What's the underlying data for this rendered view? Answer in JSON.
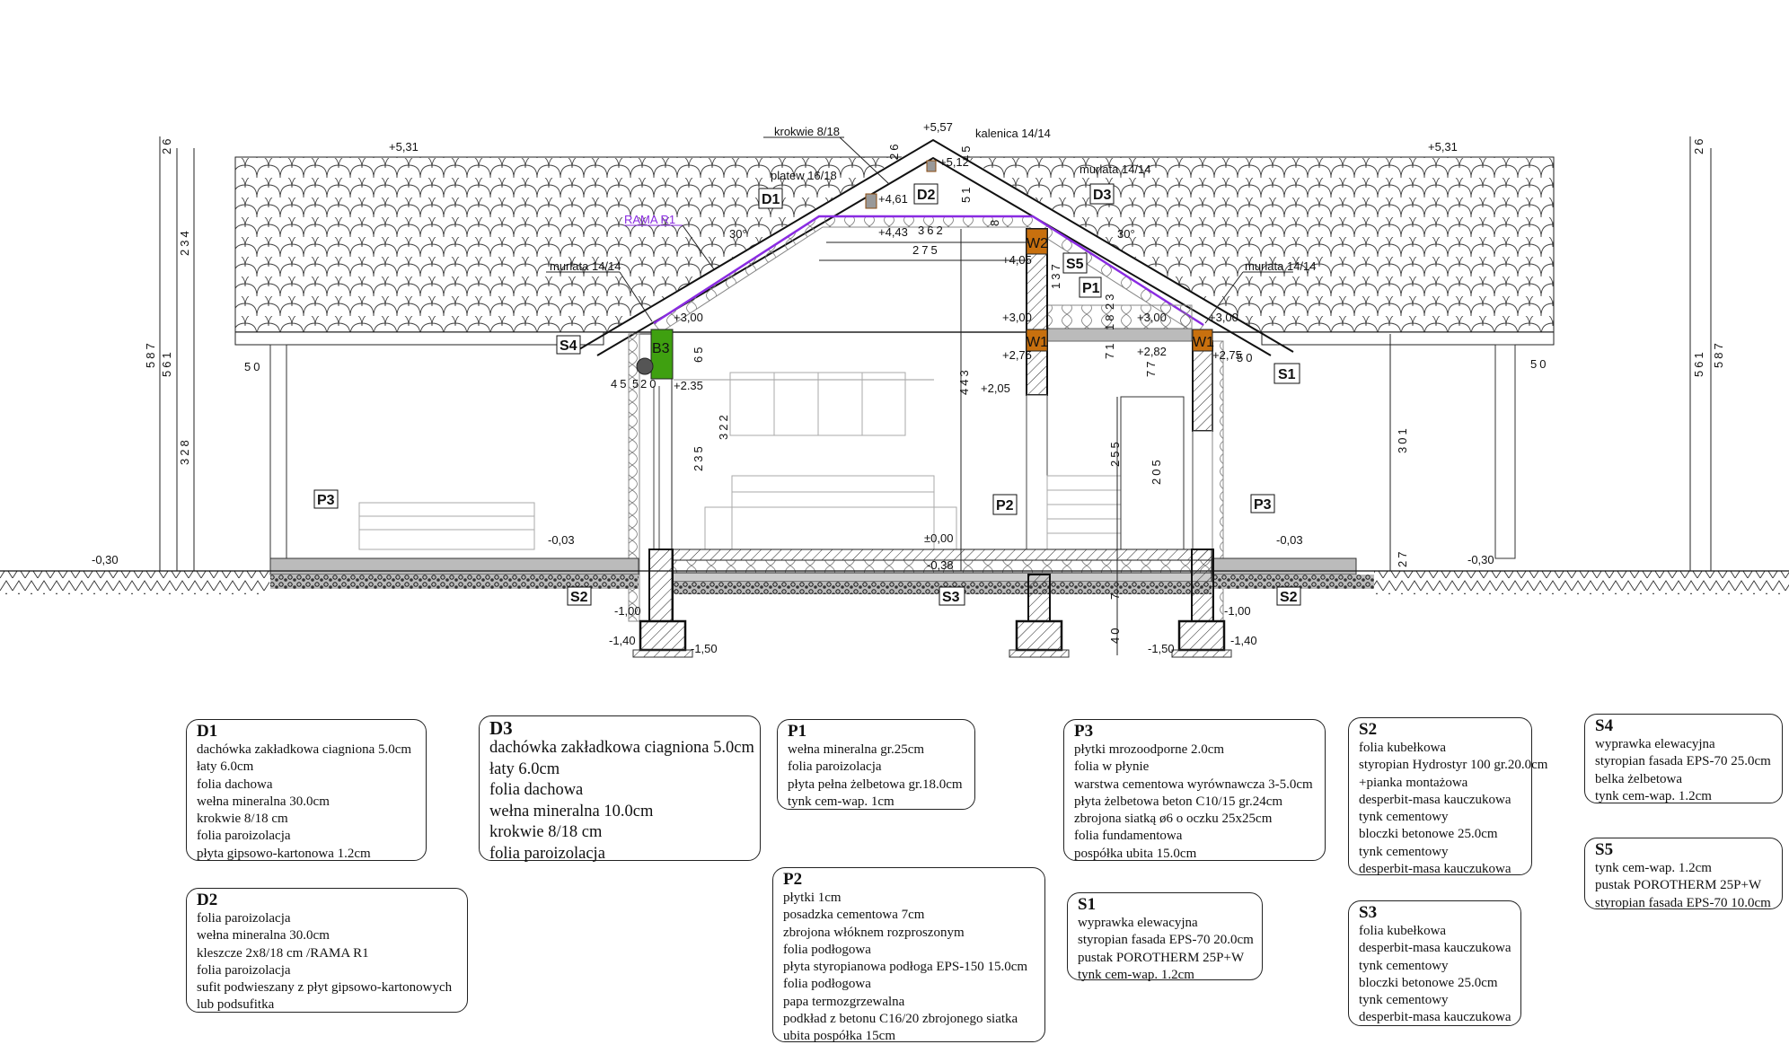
{
  "drawing": {
    "levels": [
      "+5,31",
      "+5,31",
      "+5,57",
      "+5,12",
      "+4,61",
      "+4,43",
      "+4,05",
      "+3,00",
      "+3,00",
      "+3,00",
      "+3,00",
      "+2,82",
      "+2,75",
      "+2,75",
      "+2.35",
      "+2,05",
      "-0,03",
      "-0,03",
      "±0,00",
      "-0,30",
      "-0,30",
      "-0,38",
      "-1,00",
      "-1,00",
      "-1,40",
      "-1,40",
      "-1,50",
      "-1,50"
    ],
    "callouts": [
      "krokwie 8/18",
      "kalenica 14/14",
      "platew 16/18",
      "murlata 14/14",
      "murlata 14/14",
      "murlata 14/14",
      "RAMA R1"
    ],
    "tags": [
      "D1",
      "D2",
      "D3",
      "S5",
      "P1",
      "S4",
      "S1",
      "P3",
      "P2",
      "P3",
      "S2",
      "S3",
      "S2"
    ],
    "elements": [
      "W2",
      "W1",
      "W1",
      "B3"
    ],
    "angles": [
      "30°",
      "30°"
    ],
    "dims_h": [
      "362",
      "275",
      "50",
      "50",
      "50",
      "45",
      "5",
      "20"
    ],
    "dims_v": [
      "26",
      "234",
      "561",
      "587",
      "328",
      "26",
      "561",
      "587",
      "26",
      "45",
      "51",
      "65",
      "443",
      "322",
      "235",
      "255",
      "205",
      "301",
      "77",
      "71",
      "18",
      "23",
      "27",
      "40",
      "7",
      "137",
      "8"
    ],
    "colors": {
      "rama": "#8a2be2",
      "timber": "#c8700e",
      "beam": "#3fa010",
      "line": "#111111"
    }
  },
  "legend": {
    "D1": {
      "title": "D1",
      "lines": [
        "dachówka zakładkowa ciagniona 5.0cm",
        "łaty 6.0cm",
        "folia dachowa",
        "wełna mineralna 30.0cm",
        "krokwie 8/18 cm",
        "folia paroizolacja",
        "płyta gipsowo-kartonowa 1.2cm"
      ]
    },
    "D2": {
      "title": "D2",
      "lines": [
        "folia paroizolacja",
        "wełna mineralna 30.0cm",
        "kleszcze 2x8/18 cm /RAMA R1",
        "folia paroizolacja",
        "sufit podwieszany z płyt gipsowo-kartonowych",
        "lub podsufitka"
      ]
    },
    "D3": {
      "title": "D3",
      "lines": [
        "dachówka zakładkowa ciagniona 5.0cm",
        "łaty 6.0cm",
        "folia dachowa",
        "wełna mineralna 10.0cm",
        "krokwie 8/18 cm",
        "folia paroizolacja"
      ]
    },
    "P1": {
      "title": "P1",
      "lines": [
        "wełna mineralna gr.25cm",
        "folia paroizolacja",
        "płyta pełna żelbetowa gr.18.0cm",
        "tynk cem-wap. 1cm"
      ]
    },
    "P2": {
      "title": "P2",
      "lines": [
        "płytki 1cm",
        "posadzka cementowa 7cm",
        "zbrojona włóknem rozproszonym",
        "folia podłogowa",
        "płyta styropianowa podłoga  EPS-150  15.0cm",
        "folia podłogowa",
        "papa termozgrzewalna",
        "podkład z betonu C16/20 zbrojonego siatka",
        "ubita pospółka 15cm"
      ]
    },
    "P3": {
      "title": "P3",
      "lines": [
        "płytki mrozoodporne 2.0cm",
        "folia w płynie",
        "warstwa cementowa wyrównawcza 3-5.0cm",
        "płyta żelbetowa beton C10/15 gr.24cm",
        "zbrojona siatką ø6 o oczku 25x25cm",
        "folia fundamentowa",
        "pospółka ubita 15.0cm"
      ]
    },
    "S1": {
      "title": "S1",
      "lines": [
        "wyprawka elewacyjna",
        "styropian fasada EPS-70 20.0cm",
        "pustak POROTHERM 25P+W",
        "tynk cem-wap. 1.2cm"
      ]
    },
    "S2": {
      "title": "S2",
      "lines": [
        "folia kubełkowa",
        "styropian Hydrostyr 100 gr.20.0cm",
        "+pianka montażowa",
        "desperbit-masa kauczukowa",
        "tynk cementowy",
        "bloczki betonowe  25.0cm",
        "tynk cementowy",
        "desperbit-masa kauczukowa"
      ]
    },
    "S3": {
      "title": "S3",
      "lines": [
        "folia kubełkowa",
        "desperbit-masa kauczukowa",
        "tynk cementowy",
        "bloczki betonowe  25.0cm",
        "tynk cementowy",
        "desperbit-masa kauczukowa"
      ]
    },
    "S4": {
      "title": "S4",
      "lines": [
        "wyprawka elewacyjna",
        "styropian fasada EPS-70 25.0cm",
        "belka żelbetowa",
        "tynk cem-wap. 1.2cm"
      ]
    },
    "S5": {
      "title": "S5",
      "lines": [
        "tynk cem-wap. 1.2cm",
        "pustak POROTHERM 25P+W",
        "styropian fasada EPS-70 10.0cm"
      ]
    }
  }
}
